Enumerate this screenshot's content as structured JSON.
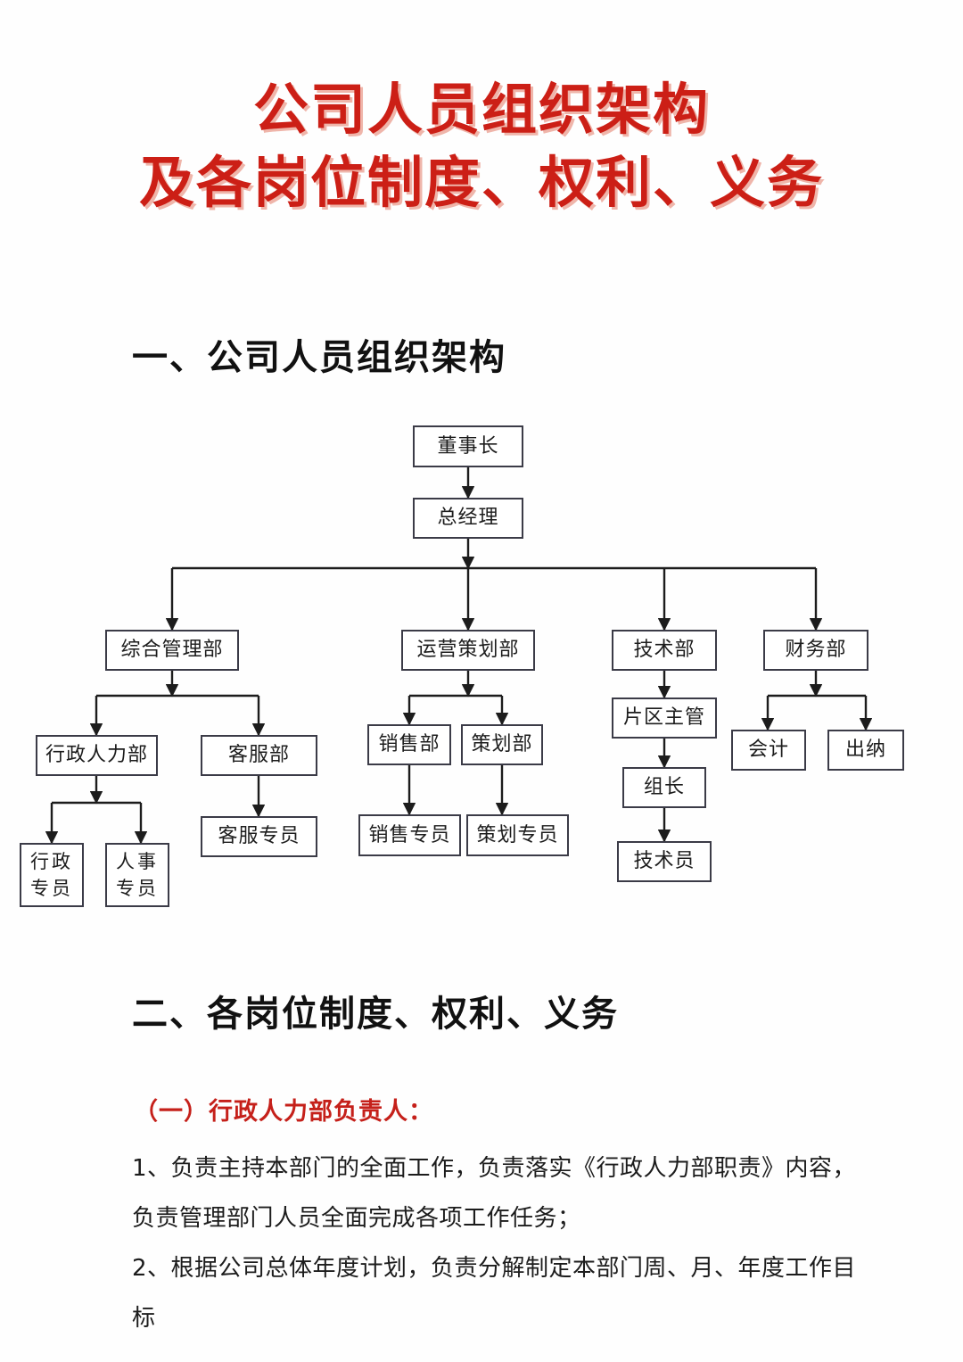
{
  "document": {
    "title_lines": [
      "公司人员组织架构",
      "及各岗位制度、权利、义务"
    ],
    "title_color": "#cc1f16"
  },
  "sections": {
    "section1_heading": "一、公司人员组织架构",
    "section2_heading": "二、各岗位制度、权利、义务",
    "subsection1_heading": "（一）行政人力部负责人：",
    "subsection1_color": "#c5201a"
  },
  "body": {
    "paragraph_1": "1、负责主持本部门的全面工作，负责落实《行政人力部职责》内容，负责管理部门人员全面完成各项工作任务；",
    "paragraph_2": "2、根据公司总体年度计划，负责分解制定本部门周、月、年度工作目标"
  },
  "org_chart": {
    "type": "diagram",
    "border_color": "#3b3b47",
    "nodes": {
      "chairman": "董事长",
      "general_manager": "总经理",
      "dept_general_admin": "综合管理部",
      "dept_operations": "运营策划部",
      "dept_technology": "技术部",
      "dept_finance": "财务部",
      "admin_hr_dept": "行政人力部",
      "customer_service_dept": "客服部",
      "admin_specialist": "行政专员",
      "hr_specialist": "人事专员",
      "customer_service_specialist": "客服专员",
      "sales_dept": "销售部",
      "planning_dept": "策划部",
      "sales_specialist": "销售专员",
      "planning_specialist": "策划专员",
      "area_supervisor": "片区主管",
      "team_leader": "组长",
      "technician": "技术员",
      "accountant": "会计",
      "cashier": "出纳"
    },
    "hierarchy": [
      {
        "parent": "董事长",
        "children": [
          "总经理"
        ]
      },
      {
        "parent": "总经理",
        "children": [
          "综合管理部",
          "运营策划部",
          "技术部",
          "财务部"
        ]
      },
      {
        "parent": "综合管理部",
        "children": [
          "行政人力部",
          "客服部"
        ]
      },
      {
        "parent": "行政人力部",
        "children": [
          "行政专员",
          "人事专员"
        ]
      },
      {
        "parent": "客服部",
        "children": [
          "客服专员"
        ]
      },
      {
        "parent": "运营策划部",
        "children": [
          "销售部",
          "策划部"
        ]
      },
      {
        "parent": "销售部",
        "children": [
          "销售专员"
        ]
      },
      {
        "parent": "策划部",
        "children": [
          "策划专员"
        ]
      },
      {
        "parent": "技术部",
        "children": [
          "片区主管"
        ]
      },
      {
        "parent": "片区主管",
        "children": [
          "组长"
        ]
      },
      {
        "parent": "组长",
        "children": [
          "技术员"
        ]
      },
      {
        "parent": "财务部",
        "children": [
          "会计",
          "出纳"
        ]
      }
    ]
  }
}
